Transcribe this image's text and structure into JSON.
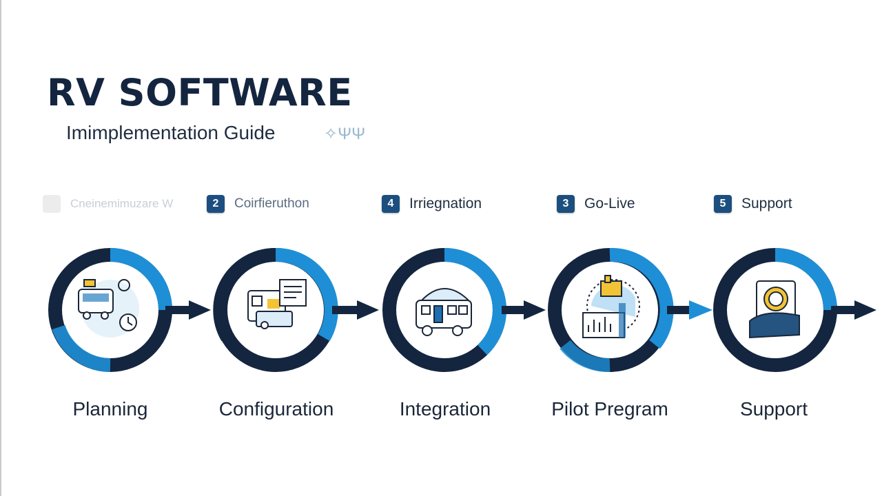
{
  "title": "RV SOFTWARE",
  "subtitle": "Imimplementation Guide",
  "colors": {
    "dark": "#14253f",
    "accent": "#1e8fd6",
    "num_bg": "#1c4f7f"
  },
  "steps": [
    {
      "num": "",
      "label": "Cneinemimuzare W"
    },
    {
      "num": "2",
      "label": "Coirfieruthon"
    },
    {
      "num": "4",
      "label": "Irriegnation"
    },
    {
      "num": "3",
      "label": "Go-Live"
    },
    {
      "num": "5",
      "label": "Support"
    }
  ],
  "stages": [
    {
      "name": "Planning",
      "icon": "rv-planning-icon"
    },
    {
      "name": "Configuration",
      "icon": "config-screens-icon"
    },
    {
      "name": "Integration",
      "icon": "rv-integration-icon"
    },
    {
      "name": "Pilot Pregram",
      "icon": "pilot-dashboard-icon"
    },
    {
      "name": "Support",
      "icon": "hand-support-icon"
    }
  ]
}
